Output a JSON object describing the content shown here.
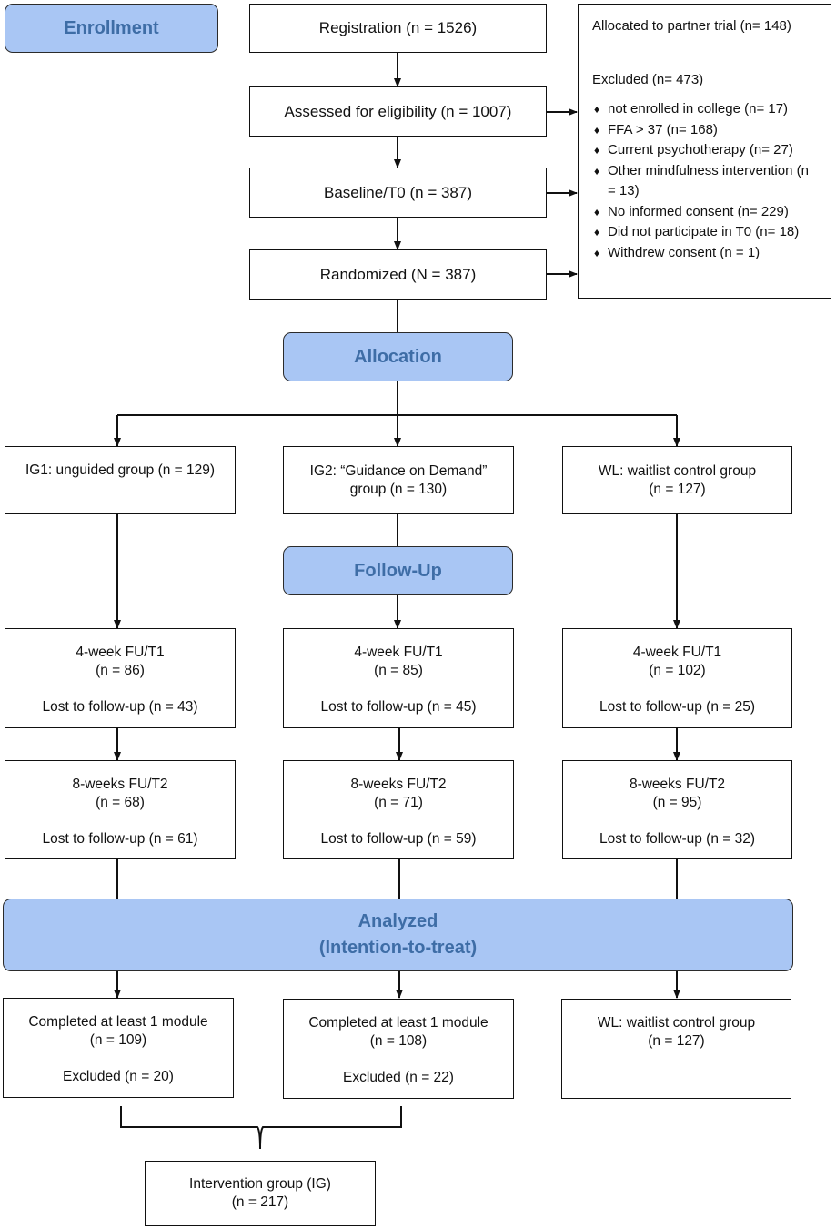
{
  "stages": {
    "enrollment": "Enrollment",
    "allocation": "Allocation",
    "followup": "Follow-Up",
    "analyzed_line1": "Analyzed",
    "analyzed_line2": "(Intention-to-treat)"
  },
  "enrollment": {
    "registration": "Registration (n = 1526)",
    "assessed": "Assessed for eligibility (n = 1007)",
    "baseline": "Baseline/T0 (n = 387)",
    "randomized": "Randomized (N = 387)"
  },
  "exclusion": {
    "partner": "Allocated to partner trial (n= 148)",
    "excluded_title": "Excluded (n= 473)",
    "reasons": [
      "not enrolled in college (n= 17)",
      "FFA > 37 (n= 168)",
      "Current psychotherapy (n= 27)",
      "Other mindfulness intervention (n = 13)",
      "No informed consent (n= 229)",
      "Did not participate in T0 (n= 18)",
      "Withdrew consent (n = 1)"
    ]
  },
  "groups": {
    "ig1": "IG1: unguided group (n = 129)",
    "ig2_line1": "IG2: “Guidance on Demand”",
    "ig2_line2": "group (n = 130)",
    "wl_line1": "WL: waitlist control group",
    "wl_line2": "(n = 127)"
  },
  "t1": {
    "title": "4-week FU/T1",
    "ig1_n": "(n = 86)",
    "ig1_lost": "Lost to follow-up (n = 43)",
    "ig2_n": "(n = 85)",
    "ig2_lost": "Lost to follow-up (n = 45)",
    "wl_n": "(n = 102)",
    "wl_lost": "Lost to follow-up (n = 25)"
  },
  "t2": {
    "title": "8-weeks FU/T2",
    "ig1_n": "(n = 68)",
    "ig1_lost": "Lost to follow-up (n = 61)",
    "ig2_n": "(n = 71)",
    "ig2_lost": "Lost to follow-up (n = 59)",
    "wl_n": "(n = 95)",
    "wl_lost": "Lost to follow-up (n = 32)"
  },
  "analyzed": {
    "completed": "Completed at least 1 module",
    "ig1_n": "(n = 109)",
    "ig1_excl": "Excluded (n = 20)",
    "ig2_n": "(n = 108)",
    "ig2_excl": "Excluded (n = 22)",
    "wl_title": "WL: waitlist control group",
    "wl_n": "(n = 127)"
  },
  "combined": {
    "title": "Intervention group (IG)",
    "n": "(n = 217)"
  }
}
